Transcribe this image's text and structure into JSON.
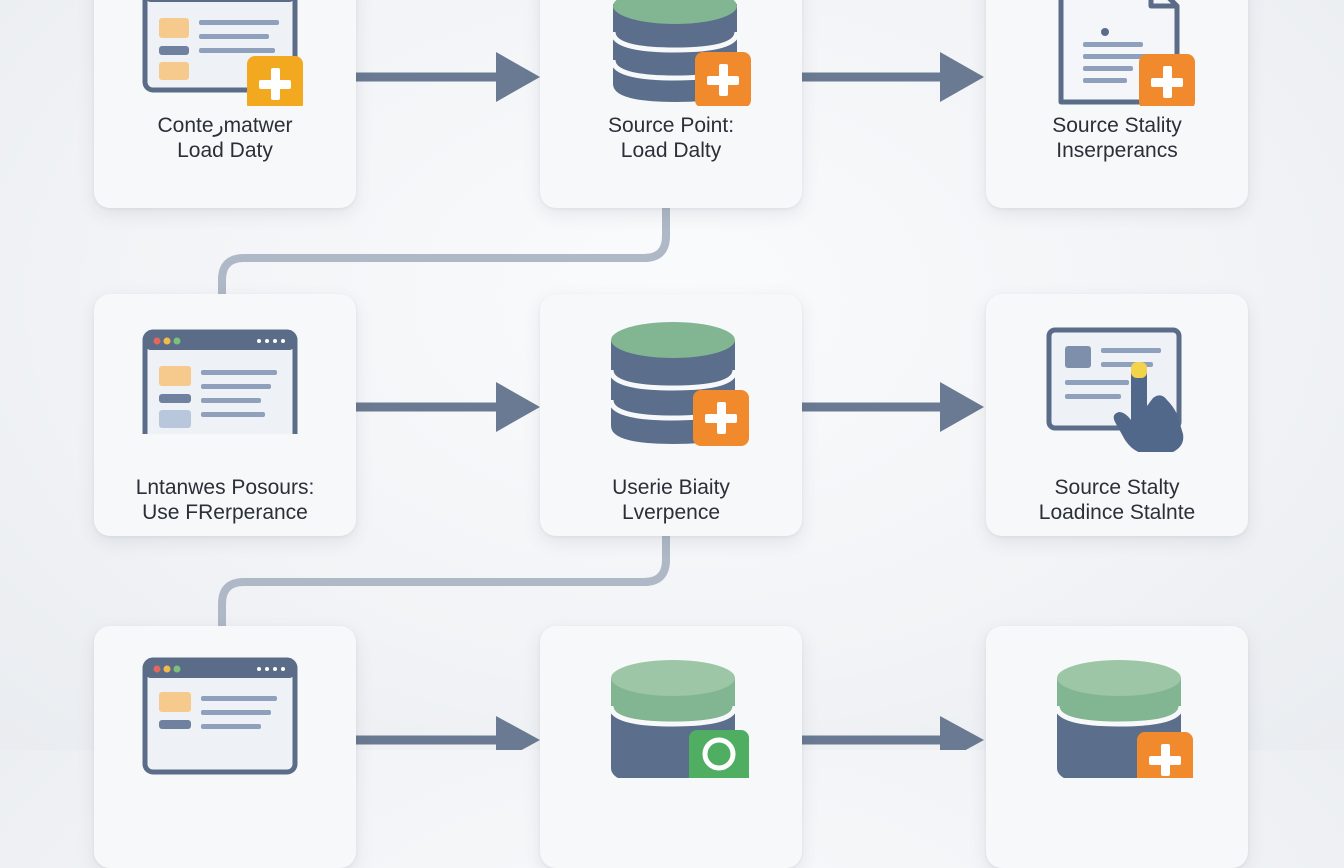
{
  "colors": {
    "window_frame": "#5b6c88",
    "db_top": "#7fb38c",
    "db_body": "#5b6f8c",
    "plus_orange": "#f08a2c",
    "plus_yellow": "#f3b21b",
    "arrow": "#6a7a92",
    "connector": "#aeb8c6"
  },
  "cards": [
    {
      "icon": "browser-window-plus-icon",
      "line1": "Conteرmatwer",
      "line2": "Load Daty"
    },
    {
      "icon": "database-plus-icon",
      "line1": "Source Point:",
      "line2": "Load Dalty"
    },
    {
      "icon": "document-plus-icon",
      "line1": "Source Stality",
      "line2": "Inserperancs"
    },
    {
      "icon": "browser-window-icon",
      "line1": "Lntanwes Posours:",
      "line2": "Use FRerperance"
    },
    {
      "icon": "database-plus-icon",
      "line1": "Userie Biaity",
      "line2": "Lverpence"
    },
    {
      "icon": "pointer-hand-screen-icon",
      "line1": "Source Stalty",
      "line2": "Loadince Stalnte"
    },
    {
      "icon": "browser-window-icon",
      "line1": "",
      "line2": ""
    },
    {
      "icon": "database-check-icon",
      "line1": "",
      "line2": ""
    },
    {
      "icon": "database-plus-icon",
      "line1": "",
      "line2": ""
    }
  ]
}
